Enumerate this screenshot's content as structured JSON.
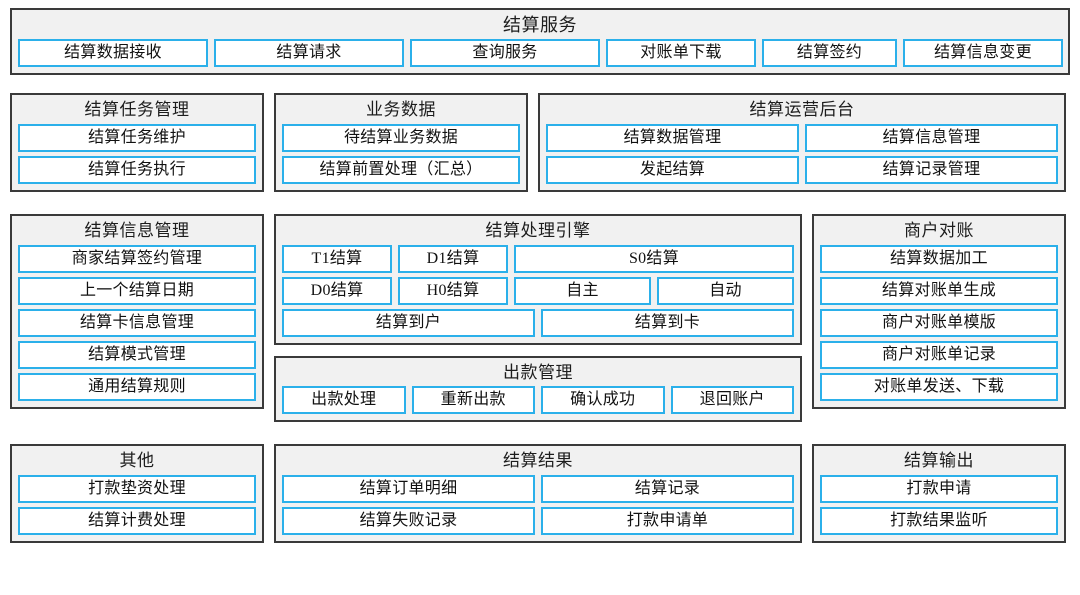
{
  "diagram": {
    "title": "结算服务",
    "accent_color": "#2bb0ea",
    "panel_bg": "#f1f1f1",
    "panel_border": "#3a3a3a",
    "node_bg": "#ffffff"
  },
  "settlement_service": {
    "title": "结算服务",
    "nodes": [
      "结算数据接收",
      "结算请求",
      "查询服务",
      "对账单下载",
      "结算签约",
      "结算信息变更"
    ]
  },
  "task_management": {
    "title": "结算任务管理",
    "nodes": [
      "结算任务维护",
      "结算任务执行"
    ]
  },
  "business_data": {
    "title": "业务数据",
    "nodes": [
      "待结算业务数据",
      "结算前置处理（汇总）"
    ]
  },
  "operations_backend": {
    "title": "结算运营后台",
    "rows": [
      [
        "结算数据管理",
        "结算信息管理"
      ],
      [
        "发起结算",
        "结算记录管理"
      ]
    ]
  },
  "info_management": {
    "title": "结算信息管理",
    "nodes": [
      "商家结算签约管理",
      "上一个结算日期",
      "结算卡信息管理",
      "结算模式管理",
      "通用结算规则"
    ]
  },
  "processing_engine": {
    "title": "结算处理引擎",
    "row1": [
      "T1结算",
      "D1结算",
      "S0结算"
    ],
    "row2": [
      "D0结算",
      "H0结算",
      "自主",
      "自动"
    ],
    "row3": [
      "结算到户",
      "结算到卡"
    ]
  },
  "payout_management": {
    "title": "出款管理",
    "nodes": [
      "出款处理",
      "重新出款",
      "确认成功",
      "退回账户"
    ]
  },
  "merchant_reconciliation": {
    "title": "商户对账",
    "nodes": [
      "结算数据加工",
      "结算对账单生成",
      "商户对账单模版",
      "商户对账单记录",
      "对账单发送、下载"
    ]
  },
  "other": {
    "title": "其他",
    "nodes": [
      "打款垫资处理",
      "结算计费处理"
    ]
  },
  "settlement_result": {
    "title": "结算结果",
    "rows": [
      [
        "结算订单明细",
        "结算记录"
      ],
      [
        "结算失败记录",
        "打款申请单"
      ]
    ]
  },
  "settlement_output": {
    "title": "结算输出",
    "nodes": [
      "打款申请",
      "打款结果监听"
    ]
  }
}
